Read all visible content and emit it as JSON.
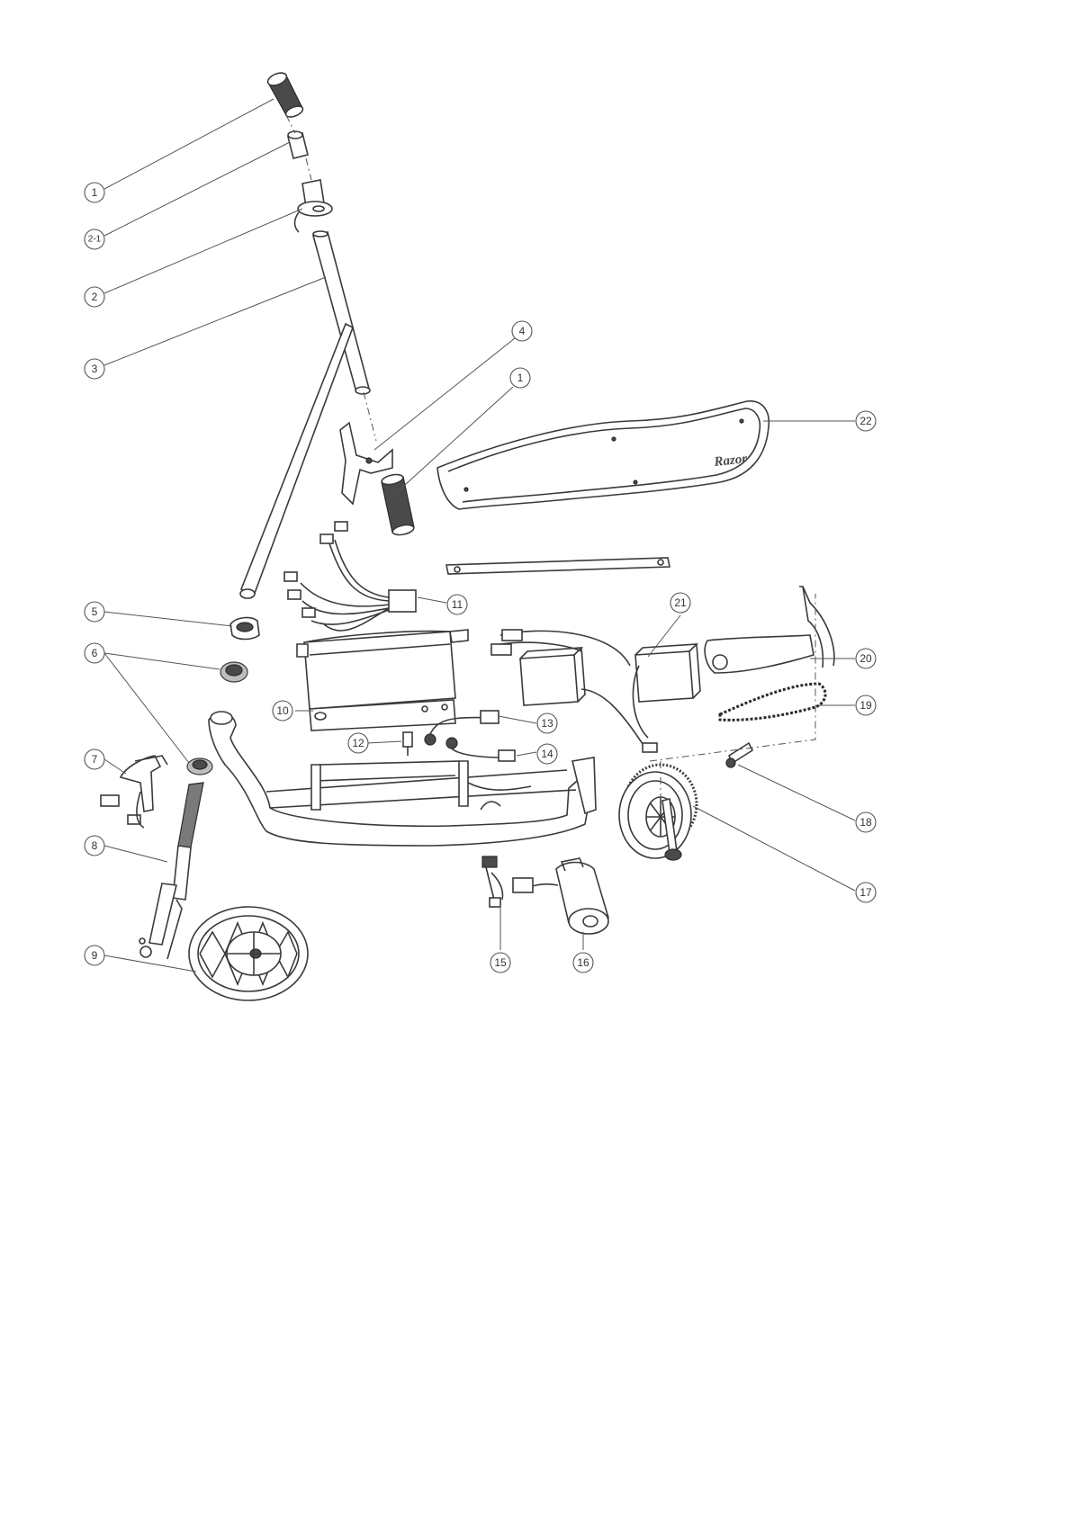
{
  "diagram": {
    "brand_logo_text": "Razor",
    "callouts": [
      {
        "key": "c1a",
        "label": "1"
      },
      {
        "key": "c21",
        "label": "2-1"
      },
      {
        "key": "c2",
        "label": "2"
      },
      {
        "key": "c3",
        "label": "3"
      },
      {
        "key": "c4",
        "label": "4"
      },
      {
        "key": "c1b",
        "label": "1"
      },
      {
        "key": "c22",
        "label": "22"
      },
      {
        "key": "c11",
        "label": "11"
      },
      {
        "key": "c5",
        "label": "5"
      },
      {
        "key": "c21b",
        "label": "21"
      },
      {
        "key": "c6",
        "label": "6"
      },
      {
        "key": "c20",
        "label": "20"
      },
      {
        "key": "c10",
        "label": "10"
      },
      {
        "key": "c13",
        "label": "13"
      },
      {
        "key": "c19",
        "label": "19"
      },
      {
        "key": "c7",
        "label": "7"
      },
      {
        "key": "c12",
        "label": "12"
      },
      {
        "key": "c14",
        "label": "14"
      },
      {
        "key": "c18",
        "label": "18"
      },
      {
        "key": "c8",
        "label": "8"
      },
      {
        "key": "c17",
        "label": "17"
      },
      {
        "key": "c9",
        "label": "9"
      },
      {
        "key": "c15",
        "label": "15"
      },
      {
        "key": "c16",
        "label": "16"
      }
    ]
  }
}
